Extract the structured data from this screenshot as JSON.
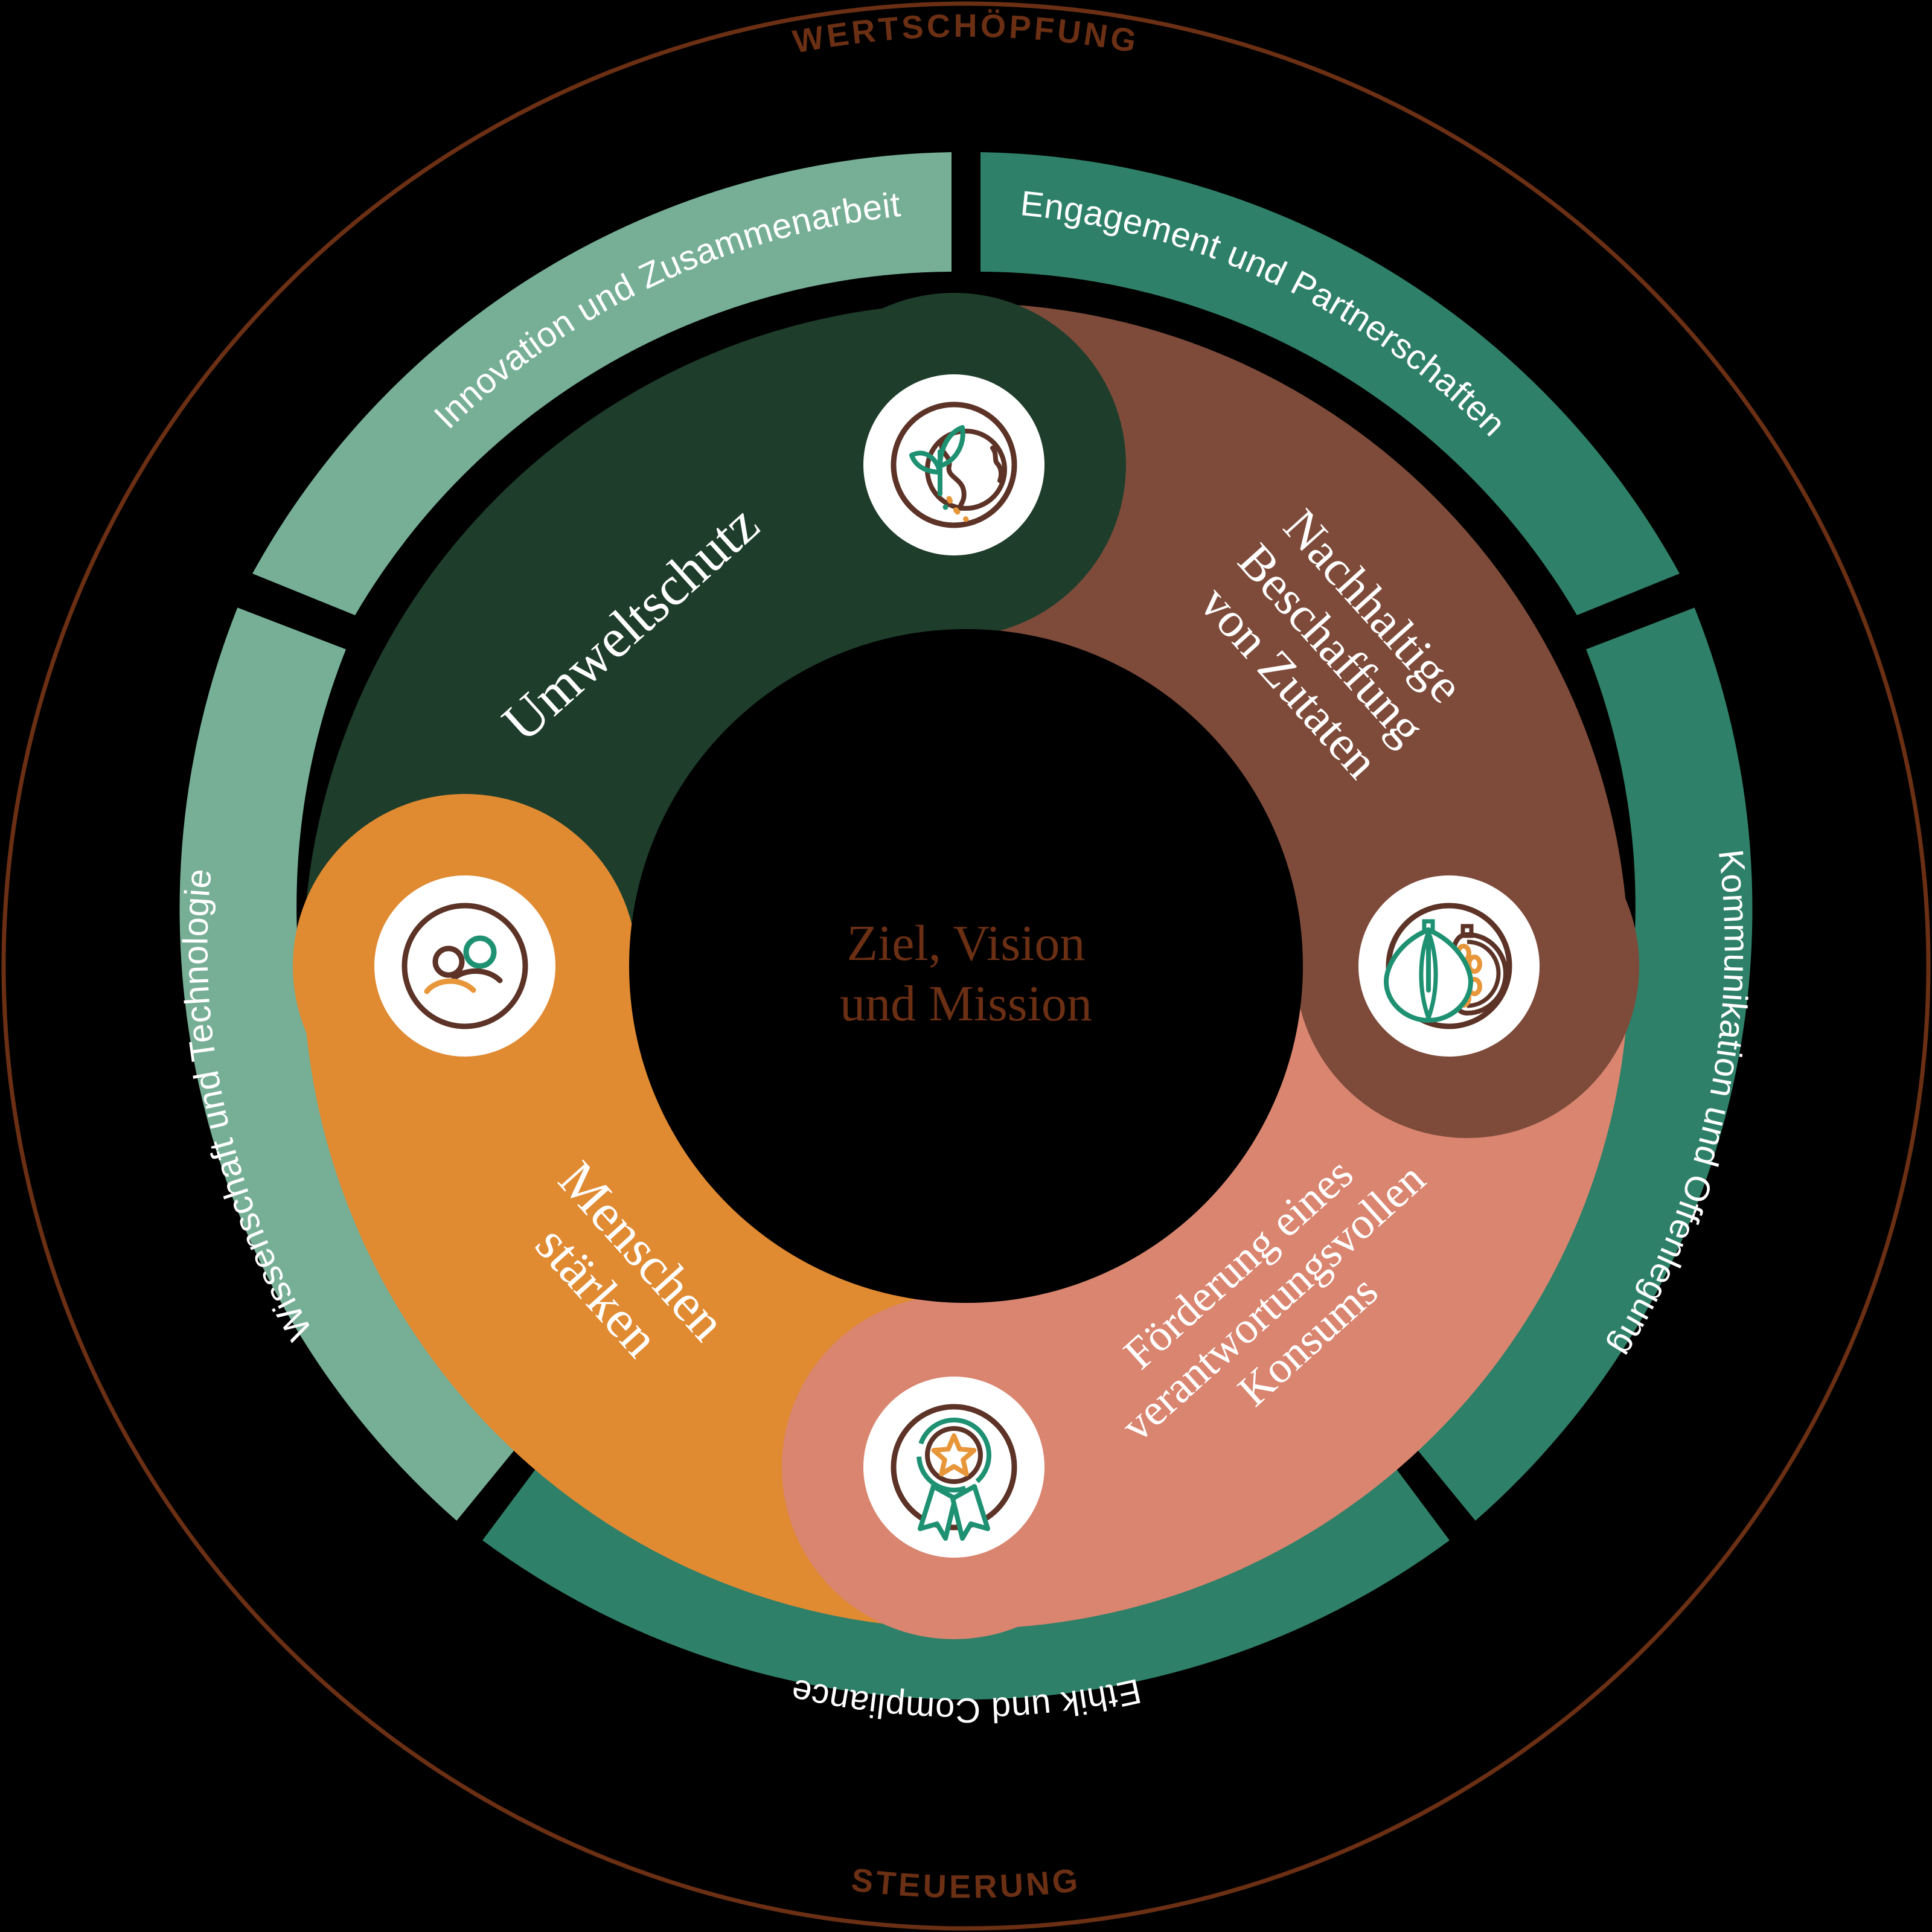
{
  "diagram": {
    "title_top": "WERTSCHÖPFUNG",
    "title_bottom": "STEUERUNG",
    "center": {
      "line1": "Ziel, Vision",
      "line2": "und Mission"
    },
    "colors": {
      "background": "#000000",
      "outline_ring": "#6B2F14",
      "title_text": "#6B2F14",
      "center_text": "#6B2F14",
      "outer_segment_light_green": "#76AF96",
      "outer_segment_dark_green": "#2F8068",
      "inner_dark_green": "#1E3D2B",
      "inner_brown": "#7E4B3A",
      "inner_salmon": "#D98570",
      "inner_orange": "#E08A32",
      "icon_circle_fill": "#FFFFFF",
      "icon_stroke_brown": "#5C3326",
      "icon_accent_green": "#1E9172",
      "icon_accent_orange": "#E8963A"
    },
    "outer_ring": {
      "segments": [
        {
          "id": "innovation",
          "label": "Innovation und Zusammenarbeit",
          "color_key": "outer_segment_light_green"
        },
        {
          "id": "engagement",
          "label": "Engagement und Partnerschaften",
          "color_key": "outer_segment_dark_green"
        },
        {
          "id": "kommunikation",
          "label": "Kommunikation und Offenlegung",
          "color_key": "outer_segment_dark_green"
        },
        {
          "id": "ethik",
          "label": "Ethik und Compliance",
          "color_key": "outer_segment_dark_green"
        },
        {
          "id": "wissenschaft",
          "label": "Wissenschaft und Technologie",
          "color_key": "outer_segment_light_green"
        }
      ]
    },
    "inner_ring": {
      "segments": [
        {
          "id": "umweltschutz",
          "label_lines": [
            "Umweltschutz"
          ],
          "color_key": "inner_dark_green",
          "icon": "globe-sprout-icon"
        },
        {
          "id": "beschaffung",
          "label_lines": [
            "Nachhaltige",
            "Beschaffung",
            "von Zutaten"
          ],
          "color_key": "inner_brown",
          "icon": "cocoa-pod-icon"
        },
        {
          "id": "konsum",
          "label_lines": [
            "Förderung eines",
            "verantwortungsvollen",
            "Konsums"
          ],
          "color_key": "inner_salmon",
          "icon": "award-ribbon-icon"
        },
        {
          "id": "menschen",
          "label_lines": [
            "Menschen",
            "stärken"
          ],
          "color_key": "inner_orange",
          "icon": "two-people-icon"
        }
      ]
    }
  }
}
